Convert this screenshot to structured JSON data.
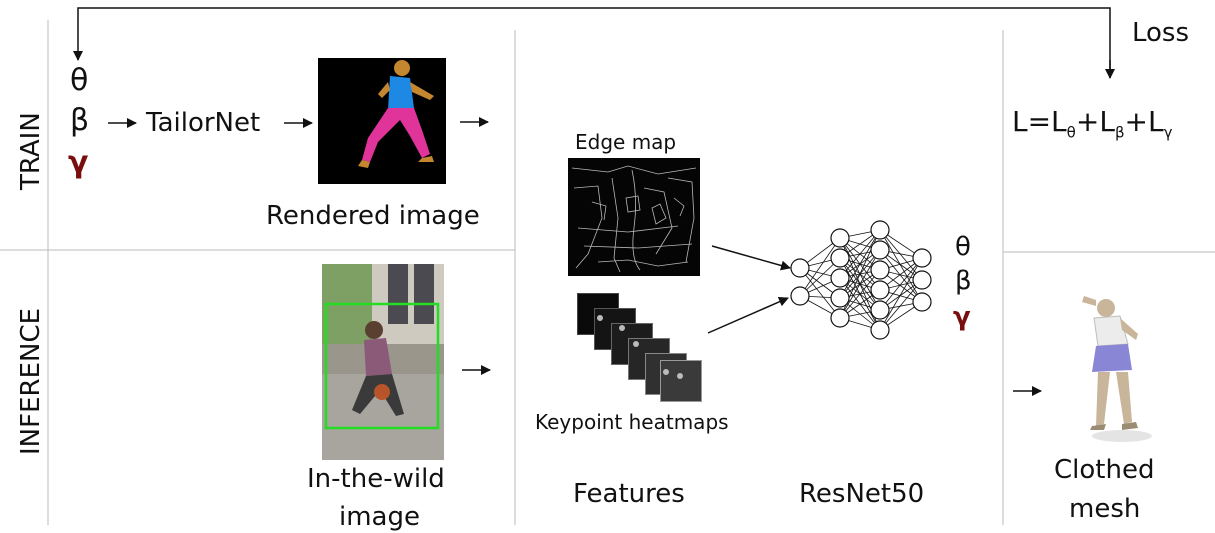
{
  "sections": {
    "train_label": "TRAIN",
    "inference_label": "INFERENCE"
  },
  "loss": {
    "label": "Loss",
    "formula_prefix": "L=L",
    "sub_theta": "θ",
    "sub_beta": "β",
    "sub_gamma": "γ",
    "plus": "+",
    "l": "L"
  },
  "train_params": {
    "theta": "θ",
    "beta": "β",
    "gamma": "γ"
  },
  "network_params": {
    "theta": "θ",
    "beta": "β",
    "gamma": "γ"
  },
  "labels": {
    "tailornet": "TailorNet",
    "rendered_image": "Rendered image",
    "edge_map": "Edge map",
    "keypoint_heatmaps": "Keypoint heatmaps",
    "in_the_wild_line1": "In-the-wild",
    "in_the_wild_line2": "image",
    "features": "Features",
    "resnet": "ResNet50",
    "clothed_line1": "Clothed",
    "clothed_line2": "mesh"
  },
  "colors": {
    "gamma": "#7a0e0e",
    "bbox_green": "#22dd22",
    "shirt_blue": "#1e88e5",
    "pants_magenta": "#e0349a",
    "skirt_purple": "#8080d8"
  }
}
